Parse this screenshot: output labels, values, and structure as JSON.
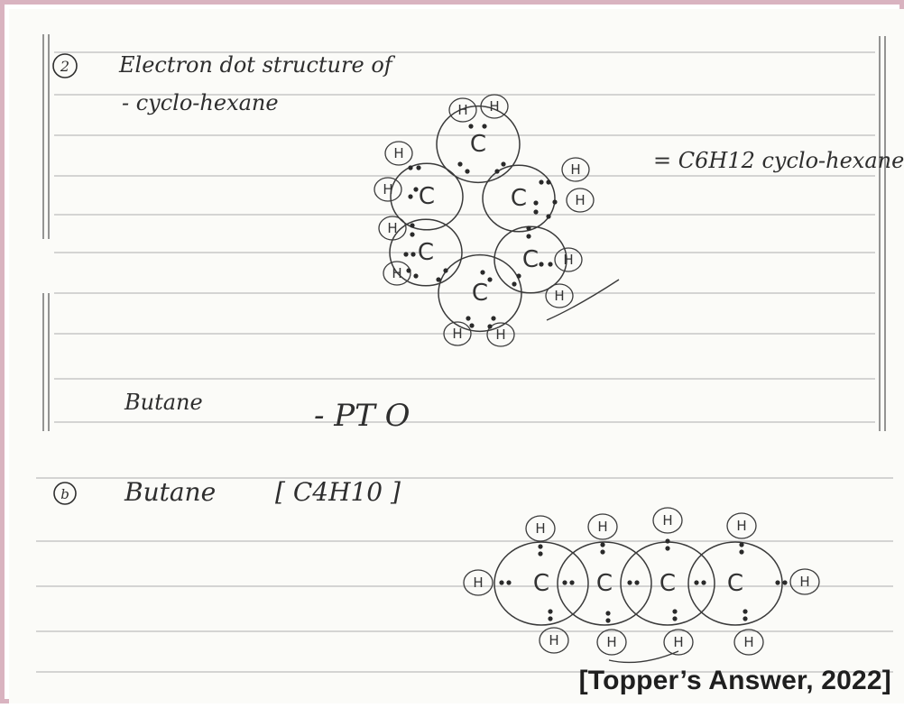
{
  "page": {
    "background": "#fbfbf8",
    "border_color": "#d9b3c0",
    "ink_color": "#2e2e2e"
  },
  "part_a": {
    "number": "2",
    "heading_line1": "Electron dot structure of",
    "heading_line2": "- cyclo-hexane",
    "formula_note": "= C6H12 cyclo-hexane",
    "ring_atoms": [
      "C",
      "C",
      "C",
      "C",
      "C",
      "C"
    ],
    "hydrogens": [
      "H",
      "H",
      "H",
      "H",
      "H",
      "H",
      "H",
      "H",
      "H",
      "H",
      "H",
      "H"
    ]
  },
  "divider": {
    "label": "Butane",
    "note": "- PT O"
  },
  "part_b": {
    "number": "b",
    "heading": "Butane",
    "formula": "[ C4H10 ]",
    "chain_atoms": [
      "C",
      "C",
      "C",
      "C"
    ],
    "hydrogens": [
      "H",
      "H",
      "H",
      "H",
      "H",
      "H",
      "H",
      "H",
      "H",
      "H"
    ]
  },
  "caption": "[Topper’s Answer, 2022]"
}
